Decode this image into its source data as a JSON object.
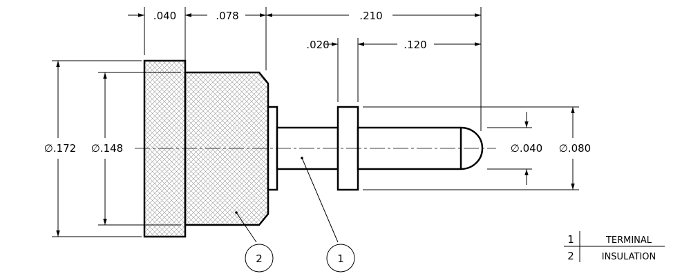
{
  "dimensions": {
    "top_a": ".040",
    "top_b": ".078",
    "top_c": ".210",
    "mid_a": ".020",
    "mid_b": ".120",
    "dia_outer": "∅.172",
    "dia_inner": "∅.148",
    "dia_pin": "∅.040",
    "dia_collar": "∅.080"
  },
  "balloons": [
    {
      "number": "2"
    },
    {
      "number": "1"
    }
  ],
  "bom": [
    {
      "item": "1",
      "description": "TERMINAL"
    },
    {
      "item": "2",
      "description": "INSULATION"
    }
  ]
}
